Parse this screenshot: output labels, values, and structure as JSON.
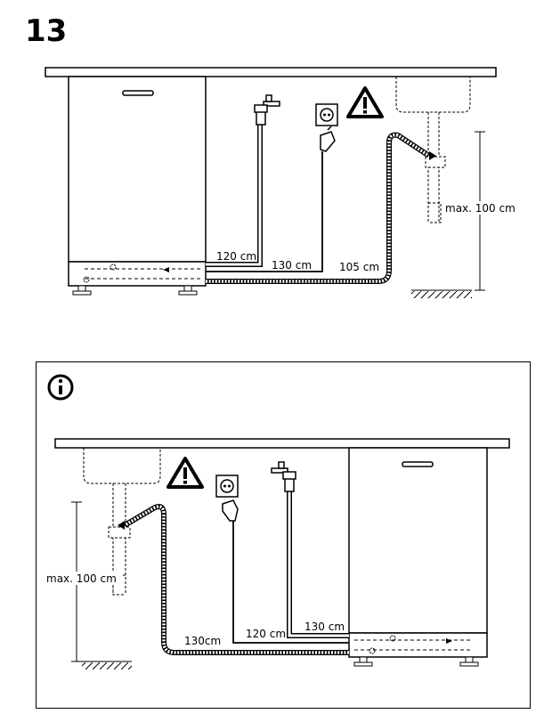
{
  "step": {
    "number": "13"
  },
  "top_diagram": {
    "labels": {
      "water_hose": "120 cm",
      "power_cable": "130 cm",
      "drain_hose": "105 cm",
      "max_height": "max. 100 cm"
    },
    "icons": [
      "tap-icon",
      "socket-icon",
      "warning-icon",
      "sink-icon",
      "plug-icon"
    ]
  },
  "info_panel": {
    "icon": "info-icon",
    "labels": {
      "drain_hose": "130cm",
      "power_cable": "120 cm",
      "water_hose": "130 cm",
      "max_height": "max. 100 cm"
    }
  },
  "colors": {
    "line": "#000000",
    "panel": "#ffffff"
  }
}
